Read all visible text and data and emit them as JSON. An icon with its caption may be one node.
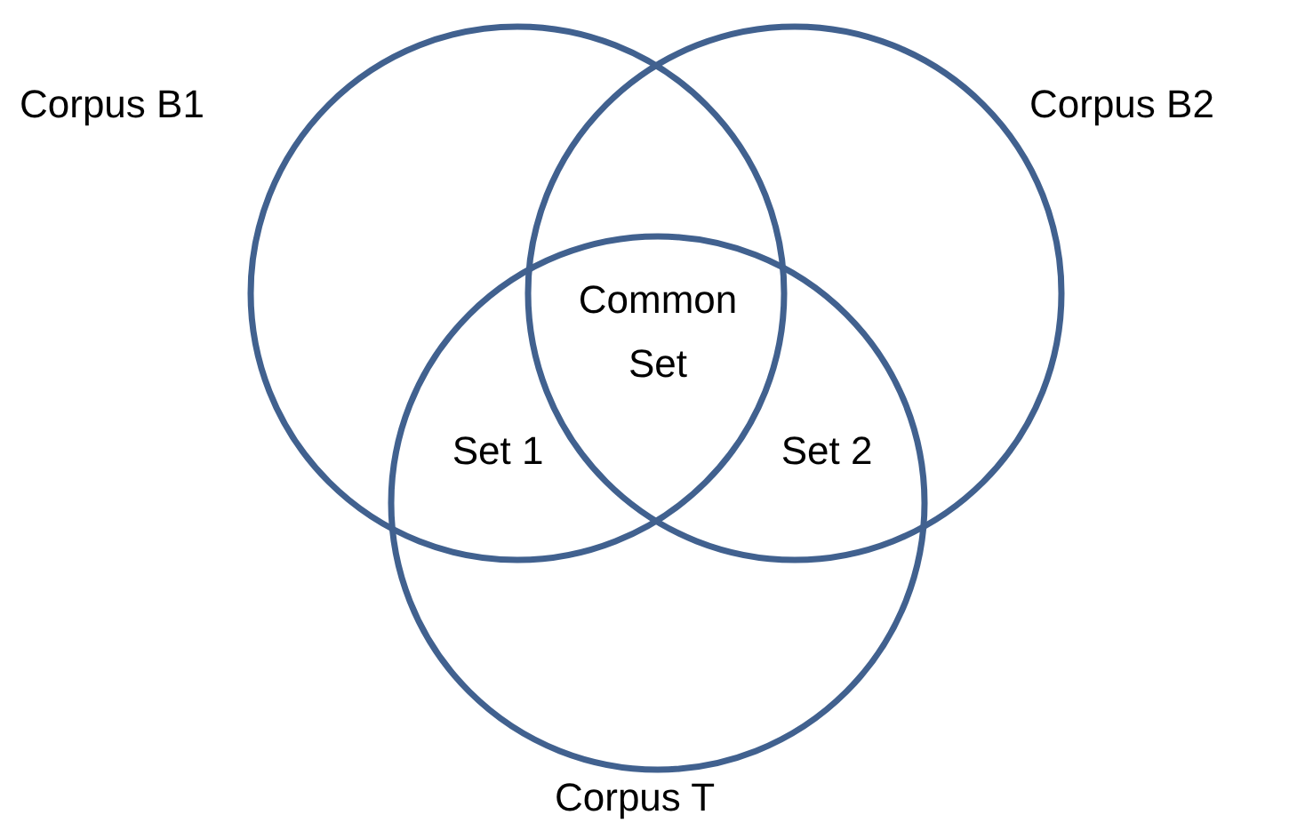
{
  "diagram": {
    "nodes": [
      {
        "text": [
          "Corpus B1"
        ]
      },
      {
        "text": [
          "Corpus B2"
        ]
      },
      {
        "text": [
          "Corpus T"
        ]
      }
    ],
    "labels": [
      "Common Set",
      "Set 1",
      "Set 2"
    ]
  }
}
